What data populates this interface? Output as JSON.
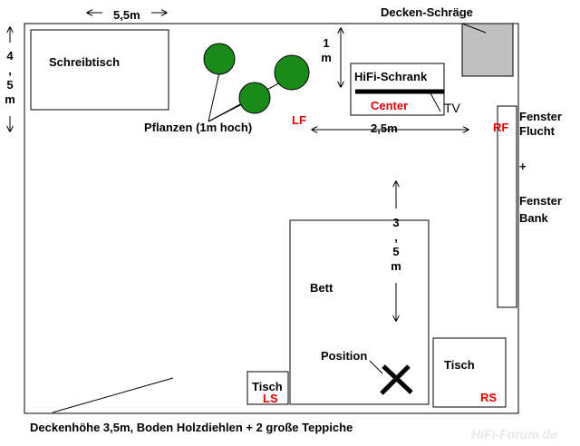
{
  "room": {
    "width_label": "5,5m",
    "depth_label_chars": "4\n,\n5\nm",
    "footer": "Deckenhöhe 3,5m, Boden Holzdiehlen + 2 große Teppiche",
    "watermark": "HiFi-Forum.de"
  },
  "furniture": {
    "desk": "Schreibtisch",
    "sloped_ceiling": "Decken-Schräge",
    "hifi_rack": "HiFi-Schrank",
    "center": "Center",
    "tv": "TV",
    "plants": "Pflanzen (1m hoch)",
    "bed": "Bett",
    "position": "Position",
    "table_left": "Tisch",
    "table_right": "Tisch"
  },
  "speakers": {
    "lf": "LF",
    "rf": "RF",
    "ls": "LS",
    "rs": "RS"
  },
  "dimensions": {
    "rack_depth_chars": "1\nm",
    "rack_width": "2,5m",
    "bed_length_chars": "3\n,\n5\nm"
  },
  "window": {
    "line1": "Fenster",
    "line2": "Flucht",
    "plus": "+",
    "line3": "Fenster",
    "line4": "Bank"
  },
  "colors": {
    "plant": "#1a8a1a",
    "slope": "#c0c0c0",
    "speaker_label": "#e00000"
  }
}
